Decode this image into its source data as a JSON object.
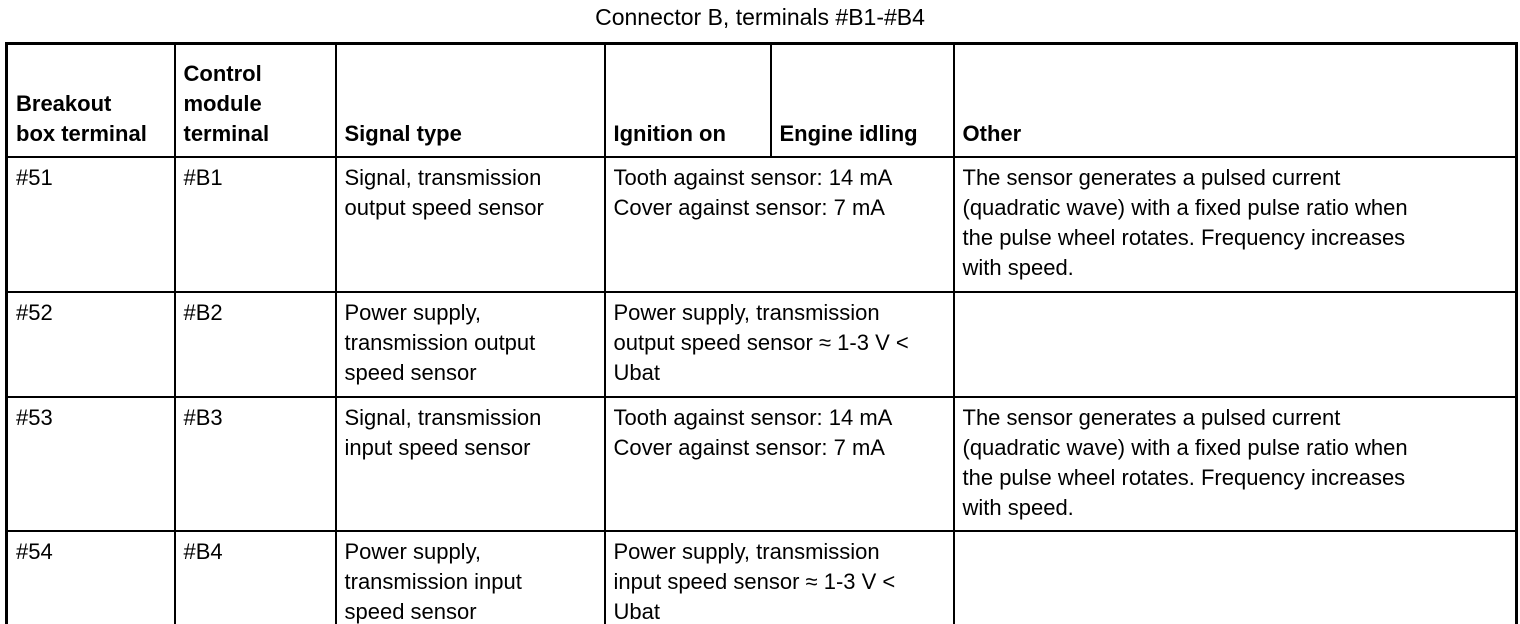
{
  "title": "Connector B, terminals #B1-#B4",
  "table": {
    "headers": {
      "breakout": "Breakout\nbox terminal",
      "module": "Control\nmodule\nterminal",
      "signal": "Signal type",
      "ignition": "Ignition on",
      "idling": "Engine idling",
      "other": "Other"
    },
    "rows": [
      {
        "breakout": "#51",
        "module": "#B1",
        "signal": "Signal, transmission\noutput speed sensor",
        "measurement": "Tooth against sensor: 14 mA\nCover against sensor: 7 mA",
        "other": "The sensor generates a pulsed current\n(quadratic wave) with a fixed pulse ratio when\nthe pulse wheel rotates. Frequency increases\nwith speed."
      },
      {
        "breakout": "#52",
        "module": "#B2",
        "signal": "Power supply,\ntransmission output\nspeed sensor",
        "measurement": "Power supply, transmission\noutput speed sensor ≈ 1-3 V <\nUbat",
        "other": ""
      },
      {
        "breakout": "#53",
        "module": "#B3",
        "signal": "Signal, transmission\ninput speed sensor",
        "measurement": "Tooth against sensor: 14 mA\nCover against sensor: 7 mA",
        "other": "The sensor generates a pulsed current\n(quadratic wave) with a fixed pulse ratio when\nthe pulse wheel rotates. Frequency increases\nwith speed."
      },
      {
        "breakout": "#54",
        "module": "#B4",
        "signal": "Power supply,\ntransmission input\nspeed sensor",
        "measurement": "Power supply, transmission\ninput speed sensor ≈ 1-3 V <\nUbat",
        "other": ""
      }
    ]
  }
}
